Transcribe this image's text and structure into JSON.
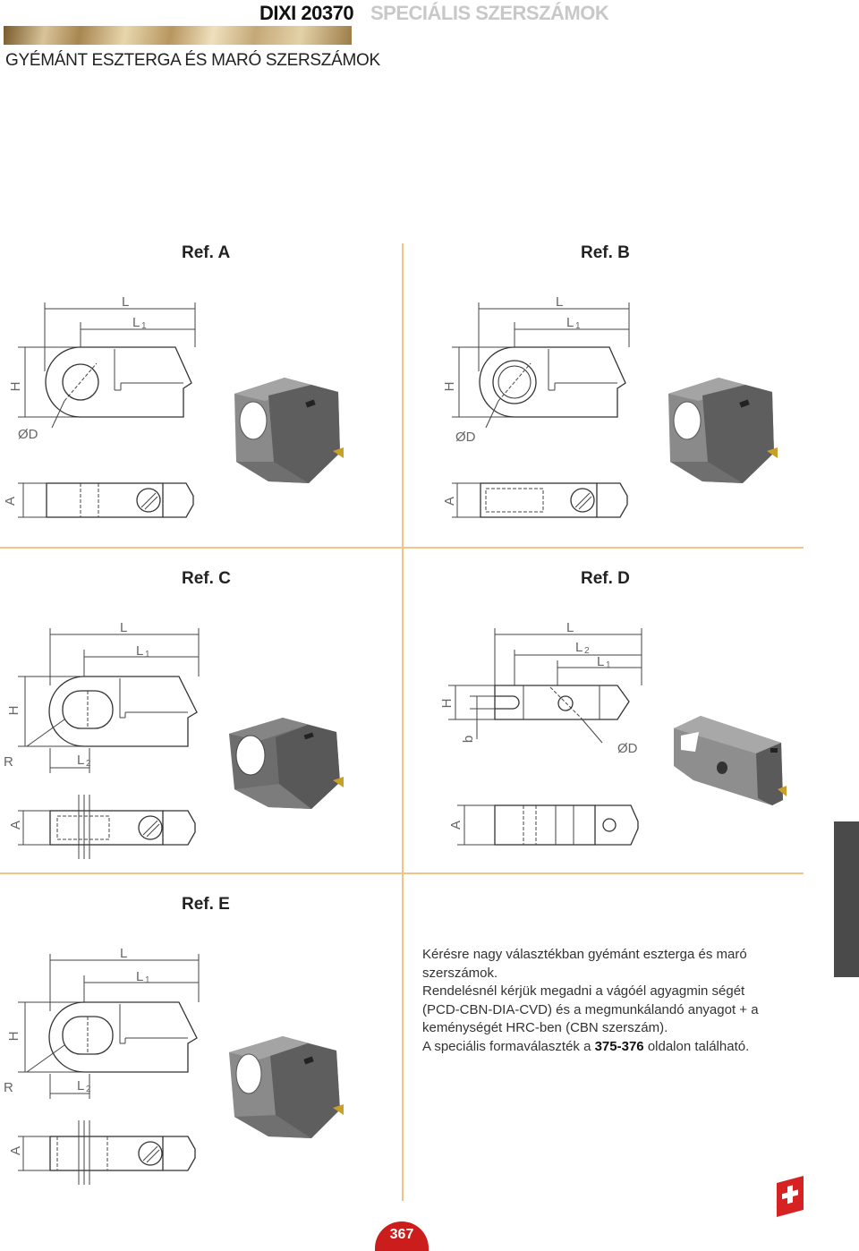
{
  "header": {
    "brand": "DIXI 20370",
    "section": "SPECIÁLIS SZERSZÁMOK",
    "subtitle": "GYÉMÁNT ESZTERGA ÉS MARÓ SZERSZÁMOK"
  },
  "refs": {
    "a": {
      "title": "Ref. A",
      "l": "L",
      "l1": "L",
      "l1sub": "1",
      "h": "H",
      "d": "ØD",
      "a": "A"
    },
    "b": {
      "title": "Ref. B",
      "l": "L",
      "l1": "L",
      "l1sub": "1",
      "h": "H",
      "d": "ØD",
      "a": "A"
    },
    "c": {
      "title": "Ref. C",
      "l": "L",
      "l1": "L",
      "l1sub": "1",
      "h": "H",
      "r": "R",
      "l2": "L",
      "l2sub": "2",
      "a": "A"
    },
    "d": {
      "title": "Ref. D",
      "l": "L",
      "l2": "L",
      "l2sub": "2",
      "l1": "L",
      "l1sub": "1",
      "h": "H",
      "b": "b",
      "d": "ØD",
      "a": "A"
    },
    "e": {
      "title": "Ref. E",
      "l": "L",
      "l1": "L",
      "l1sub": "1",
      "h": "H",
      "r": "R",
      "l2": "L",
      "l2sub": "2",
      "a": "A"
    }
  },
  "description": {
    "line1": "Kérésre nagy választékban gyémánt eszterga és maró szerszámok.",
    "line2": "Rendelésnél kérjük megadni a vágóél agyagmin ségét (PCD-CBN-DIA-CVD) és a megmunkálandó anyagot + a keménységét HRC-ben (CBN szerszám).",
    "line3_pre": "A speciális formaválaszték a ",
    "line3_pages": "375-376",
    "line3_post": " oldalon található."
  },
  "footer": {
    "page": "367",
    "flag_icon": "swiss-flag-icon"
  },
  "colors": {
    "accent_line": "#f1c585",
    "page_badge": "#cc1d1d",
    "side_tab": "#4a4a4a"
  }
}
